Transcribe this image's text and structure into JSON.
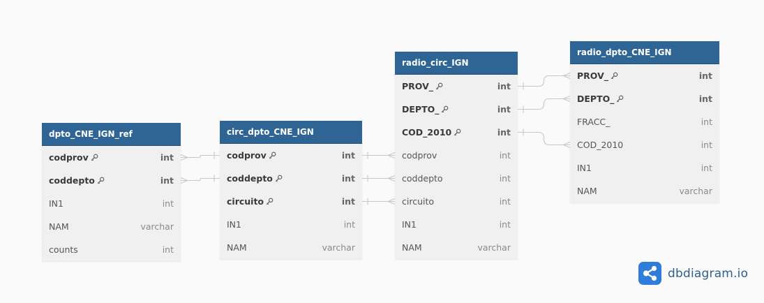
{
  "brand": {
    "name": "dbdiagram.io"
  },
  "colors": {
    "header": "#2f6594",
    "body": "#f0f0f0",
    "link": "#c8c8c8",
    "brand": "#2f7dd8"
  },
  "tables": [
    {
      "name": "dpto_CNE_IGN_ref",
      "fields": [
        {
          "name": "codprov",
          "type": "int",
          "pk": true
        },
        {
          "name": "coddepto",
          "type": "int",
          "pk": true
        },
        {
          "name": "IN1",
          "type": "int",
          "pk": false
        },
        {
          "name": "NAM",
          "type": "varchar",
          "pk": false
        },
        {
          "name": "counts",
          "type": "int",
          "pk": false
        }
      ]
    },
    {
      "name": "circ_dpto_CNE_IGN",
      "fields": [
        {
          "name": "codprov",
          "type": "int",
          "pk": true
        },
        {
          "name": "coddepto",
          "type": "int",
          "pk": true
        },
        {
          "name": "circuito",
          "type": "int",
          "pk": true
        },
        {
          "name": "IN1",
          "type": "int",
          "pk": false
        },
        {
          "name": "NAM",
          "type": "varchar",
          "pk": false
        }
      ]
    },
    {
      "name": "radio_circ_IGN",
      "fields": [
        {
          "name": "PROV_",
          "type": "int",
          "pk": true
        },
        {
          "name": "DEPTO_",
          "type": "int",
          "pk": true
        },
        {
          "name": "COD_2010",
          "type": "int",
          "pk": true
        },
        {
          "name": "codprov",
          "type": "int",
          "pk": false
        },
        {
          "name": "coddepto",
          "type": "int",
          "pk": false
        },
        {
          "name": "circuito",
          "type": "int",
          "pk": false
        },
        {
          "name": "IN1",
          "type": "int",
          "pk": false
        },
        {
          "name": "NAM",
          "type": "varchar",
          "pk": false
        }
      ]
    },
    {
      "name": "radio_dpto_CNE_IGN",
      "fields": [
        {
          "name": "PROV_",
          "type": "int",
          "pk": true
        },
        {
          "name": "DEPTO_",
          "type": "int",
          "pk": true
        },
        {
          "name": "FRACC_",
          "type": "int",
          "pk": false
        },
        {
          "name": "COD_2010",
          "type": "int",
          "pk": false
        },
        {
          "name": "IN1",
          "type": "int",
          "pk": false
        },
        {
          "name": "NAM",
          "type": "varchar",
          "pk": false
        }
      ]
    }
  ],
  "relations": [
    {
      "from": [
        "dpto_CNE_IGN_ref",
        "codprov"
      ],
      "to": [
        "circ_dpto_CNE_IGN",
        "codprov"
      ],
      "from_card": "many",
      "to_card": "one"
    },
    {
      "from": [
        "dpto_CNE_IGN_ref",
        "coddepto"
      ],
      "to": [
        "circ_dpto_CNE_IGN",
        "coddepto"
      ],
      "from_card": "many",
      "to_card": "one"
    },
    {
      "from": [
        "circ_dpto_CNE_IGN",
        "codprov"
      ],
      "to": [
        "radio_circ_IGN",
        "codprov"
      ],
      "from_card": "one",
      "to_card": "many"
    },
    {
      "from": [
        "circ_dpto_CNE_IGN",
        "coddepto"
      ],
      "to": [
        "radio_circ_IGN",
        "coddepto"
      ],
      "from_card": "one",
      "to_card": "many"
    },
    {
      "from": [
        "circ_dpto_CNE_IGN",
        "circuito"
      ],
      "to": [
        "radio_circ_IGN",
        "circuito"
      ],
      "from_card": "one",
      "to_card": "many"
    },
    {
      "from": [
        "radio_circ_IGN",
        "PROV_"
      ],
      "to": [
        "radio_dpto_CNE_IGN",
        "PROV_"
      ],
      "from_card": "one",
      "to_card": "many"
    },
    {
      "from": [
        "radio_circ_IGN",
        "DEPTO_"
      ],
      "to": [
        "radio_dpto_CNE_IGN",
        "DEPTO_"
      ],
      "from_card": "one",
      "to_card": "many"
    },
    {
      "from": [
        "radio_circ_IGN",
        "COD_2010"
      ],
      "to": [
        "radio_dpto_CNE_IGN",
        "COD_2010"
      ],
      "from_card": "one",
      "to_card": "many"
    }
  ]
}
